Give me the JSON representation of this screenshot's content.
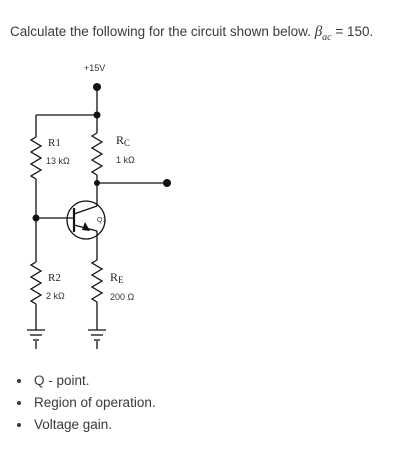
{
  "question": {
    "text": "Calculate the following for the circuit shown below.",
    "beta_symbol": "β",
    "beta_subscript": "ac",
    "beta_value": "= 150."
  },
  "circuit": {
    "supply_label": "+15V",
    "r1_name": "R1",
    "r1_value": "13 kΩ",
    "rc_name_main": "R",
    "rc_name_sub": "C",
    "rc_value": "1 kΩ",
    "transistor_label": "Q1",
    "r2_name": "R2",
    "r2_value": "2 kΩ",
    "re_name_main": "R",
    "re_name_sub": "E",
    "re_value": "200 Ω"
  },
  "items": [
    "Q - point.",
    "Region of operation.",
    "Voltage gain."
  ]
}
